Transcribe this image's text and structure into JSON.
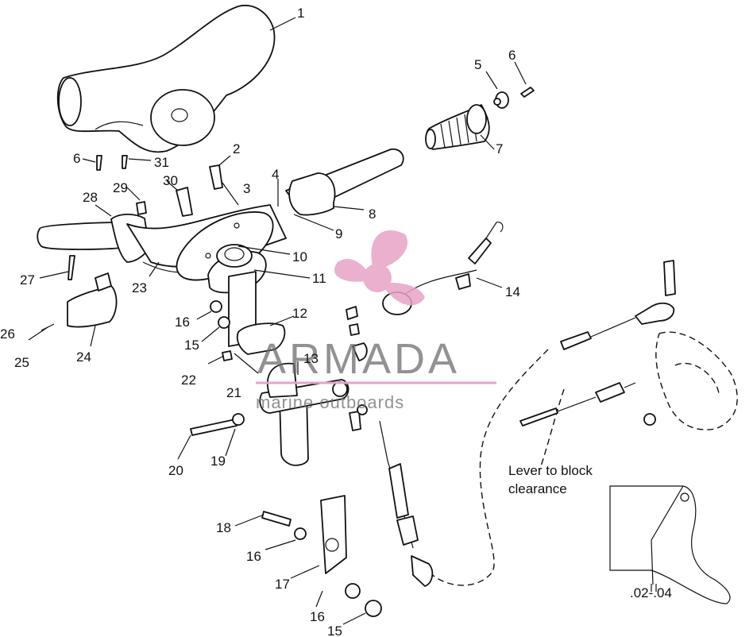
{
  "callouts": [
    "1",
    "2",
    "3",
    "4",
    "5",
    "6",
    "6",
    "7",
    "8",
    "9",
    "10",
    "11",
    "12",
    "13",
    "14",
    "15",
    "15",
    "15",
    "16",
    "16",
    "16",
    "17",
    "18",
    "19",
    "20",
    "21",
    "22",
    "23",
    "24",
    "25",
    "26",
    "27",
    "28",
    "29",
    "30",
    "31"
  ],
  "detail_note": [
    "Lever to block",
    "clearance"
  ],
  "detail_dimension": ".02-.04",
  "watermark": {
    "brand": "ARMADA",
    "tagline": "marine outboards",
    "logo_color": "#e8a3c6",
    "text_color": "#6e6e6e"
  }
}
